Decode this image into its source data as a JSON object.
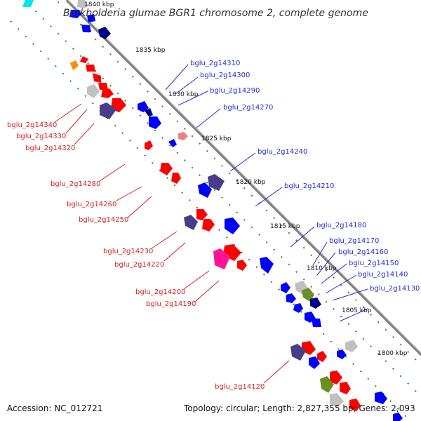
{
  "title": "Burkholderia glumae BGR1 chromosome 2, complete genome",
  "footer": {
    "accession": "Accession: NC_012721",
    "topology": "Topology: circular; Length: 2,827,355 bp; Genes: 2,093"
  },
  "ticks": [
    "1840 kbp",
    "1835 kbp",
    "1830 kbp",
    "1825 kbp",
    "1820 kbp",
    "1815 kbp",
    "1810 kbp",
    "1805 kbp",
    "1800 kbp"
  ],
  "labels_blue": [
    "bglu_2g14310",
    "bglu_2g14300",
    "bglu_2g14290",
    "bglu_2g14270",
    "bglu_2g14240",
    "bglu_2g14210",
    "bglu_2g14180",
    "bglu_2g14170",
    "bglu_2g14160",
    "bglu_2g14150",
    "bglu_2g14140",
    "bglu_2g14130"
  ],
  "labels_red": [
    "bglu_2g14340",
    "bglu_2g14330",
    "bglu_2g14320",
    "bglu_2g14280",
    "bglu_2g14260",
    "bglu_2g14250",
    "bglu_2g14230",
    "bglu_2g14220",
    "bglu_2g14200",
    "bglu_2g14190",
    "bglu_2g14120"
  ],
  "colors": {
    "backbone": "#7f7f7f",
    "track_dots": "#2e8b2e",
    "forward": "#ff0000",
    "reverse": "#0000ff",
    "other": "#483d8b",
    "grey": "#c0c0c0",
    "orange": "#ff8c00",
    "magenta": "#ff1493",
    "olive": "#6b8e23",
    "cyan": "#00e5ee",
    "pink": "#f08080",
    "navy": "#000080"
  }
}
